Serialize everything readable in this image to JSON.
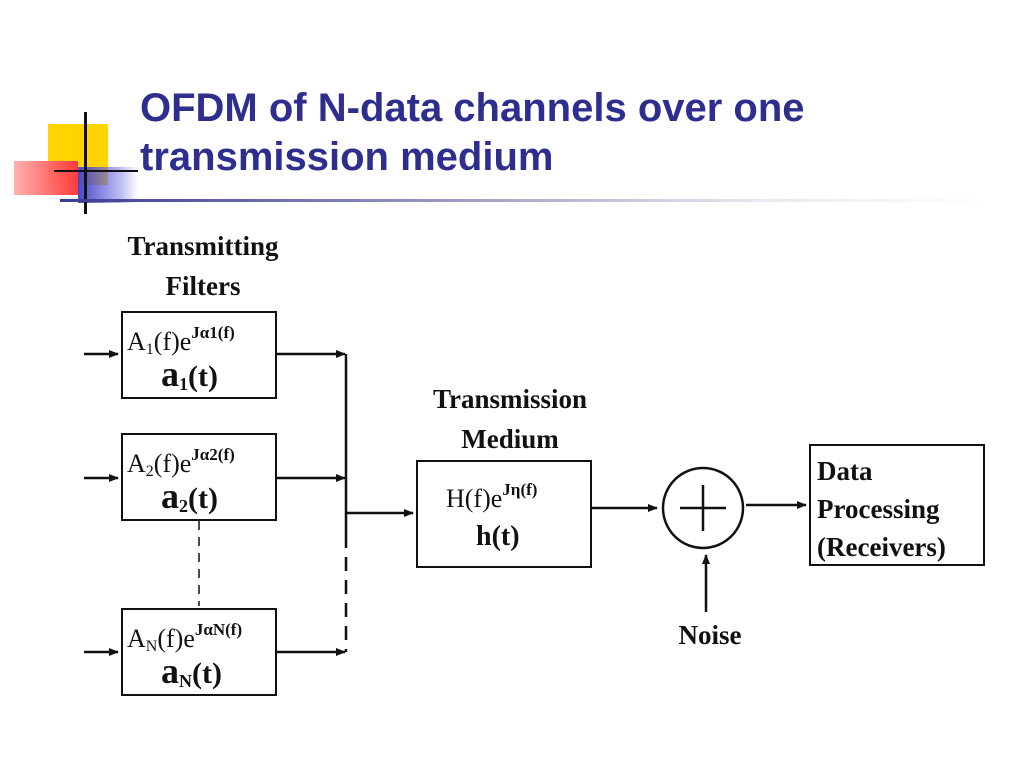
{
  "slide": {
    "title": "OFDM of N-data channels over one transmission medium"
  },
  "labels": {
    "transmitting_filters": [
      "Transmitting",
      "Filters"
    ],
    "transmission_medium": [
      "Transmission",
      "Medium"
    ],
    "noise": "Noise"
  },
  "filters": [
    {
      "tf_base": "A",
      "tf_index": "1",
      "tf_mid": "(f)e",
      "tf_exp": "Jα1(f)",
      "ir_base": "a",
      "ir_index": "1",
      "ir_arg": "(t)"
    },
    {
      "tf_base": "A",
      "tf_index": "2",
      "tf_mid": "(f)e",
      "tf_exp": "Jα2(f)",
      "ir_base": "a",
      "ir_index": "2",
      "ir_arg": "(t)"
    },
    {
      "tf_base": "A",
      "tf_index": "N",
      "tf_mid": "(f)e",
      "tf_exp": "JαN(f)",
      "ir_base": "a",
      "ir_index": "N",
      "ir_arg": "(t)"
    }
  ],
  "medium": {
    "transfer": "H(f)e",
    "exponent": "Jη(f)",
    "impulse": "h(t)"
  },
  "receiver": {
    "lines": [
      "Data",
      "Processing",
      "(Receivers)"
    ]
  },
  "colors": {
    "title": "#2e2e8e",
    "ink": "#111111"
  }
}
